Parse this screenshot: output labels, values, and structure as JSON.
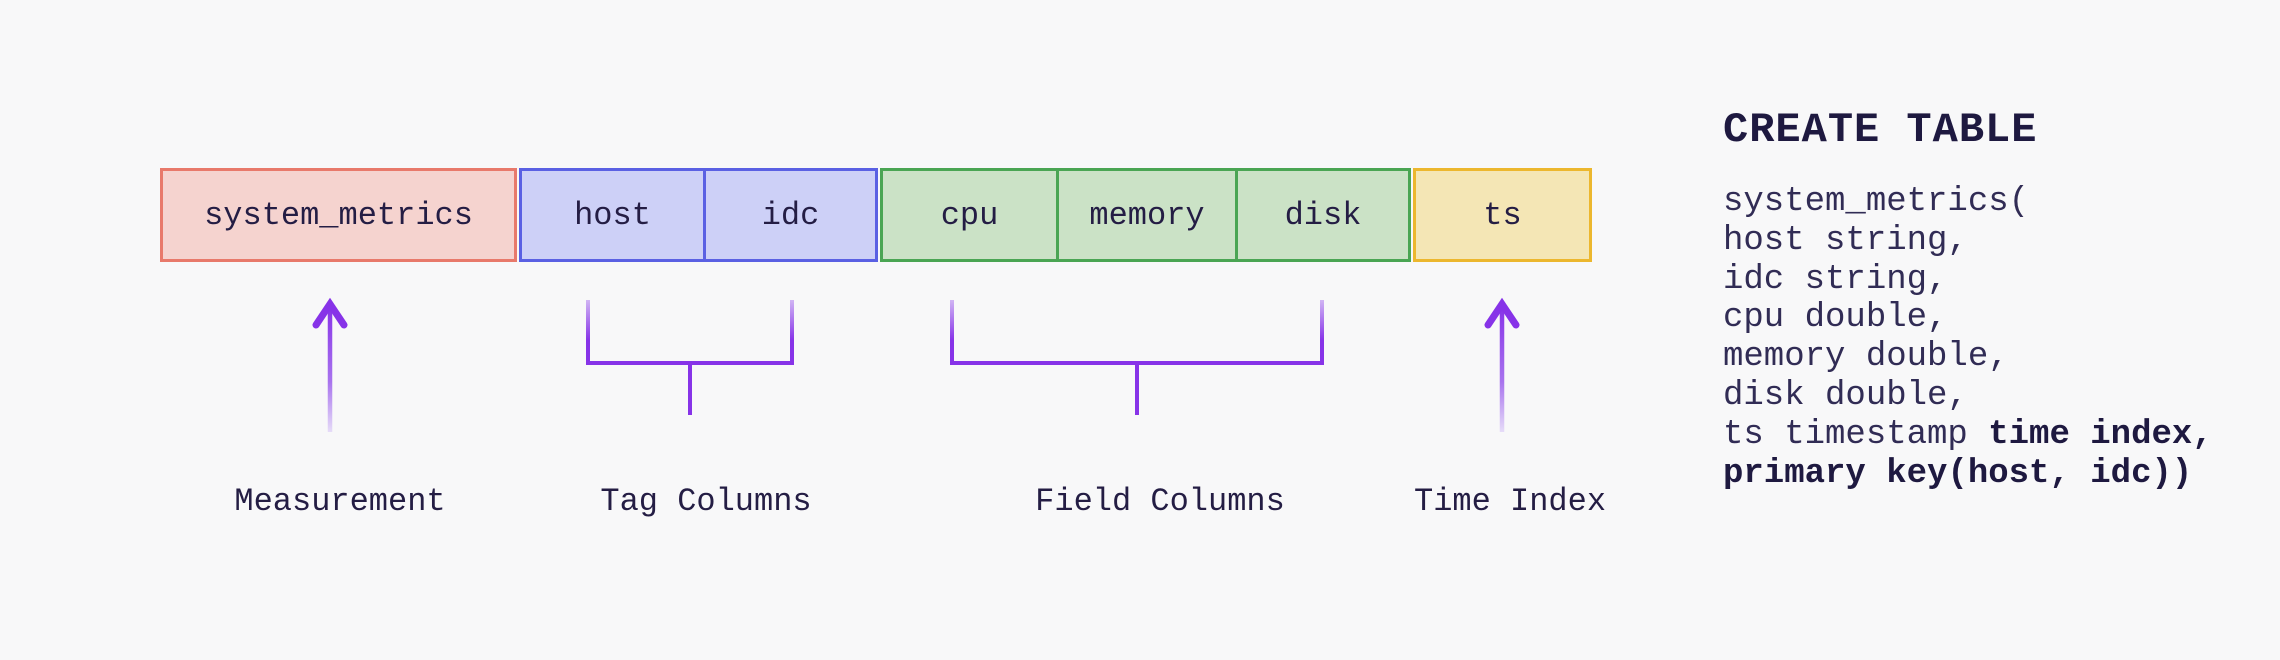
{
  "canvas": {
    "background": "#f8f8f9",
    "accent_purple": "#8733e8"
  },
  "schema_row": {
    "groups": [
      {
        "name": "measurement",
        "fill": "#f5d3cf",
        "border": "#e8796b",
        "cells": [
          "system_metrics"
        ]
      },
      {
        "name": "tag-columns",
        "fill": "#cdd0f7",
        "border": "#5a60e3",
        "cells": [
          "host",
          "idc"
        ]
      },
      {
        "name": "field-columns",
        "fill": "#cbe2c6",
        "border": "#4aa553",
        "cells": [
          "cpu",
          "memory",
          "disk"
        ]
      },
      {
        "name": "time-index",
        "fill": "#f4e6b5",
        "border": "#ecb72e",
        "cells": [
          "ts"
        ]
      }
    ]
  },
  "annotations": {
    "measurement": {
      "type": "arrow",
      "label": "Measurement"
    },
    "tag_columns": {
      "type": "bracket",
      "label": "Tag Columns"
    },
    "field_columns": {
      "type": "bracket",
      "label": "Field Columns"
    },
    "time_index": {
      "type": "arrow",
      "label": "Time Index"
    }
  },
  "sql": {
    "title": "CREATE TABLE",
    "line1": "system_metrics(",
    "line2": "host string,",
    "line3": "idc string,",
    "line4": "cpu double,",
    "line5": "memory double,",
    "line6": "disk double,",
    "line7_normal": "ts timestamp ",
    "line7_bold": "time index,",
    "line8_bold": "primary key(host, idc))"
  }
}
